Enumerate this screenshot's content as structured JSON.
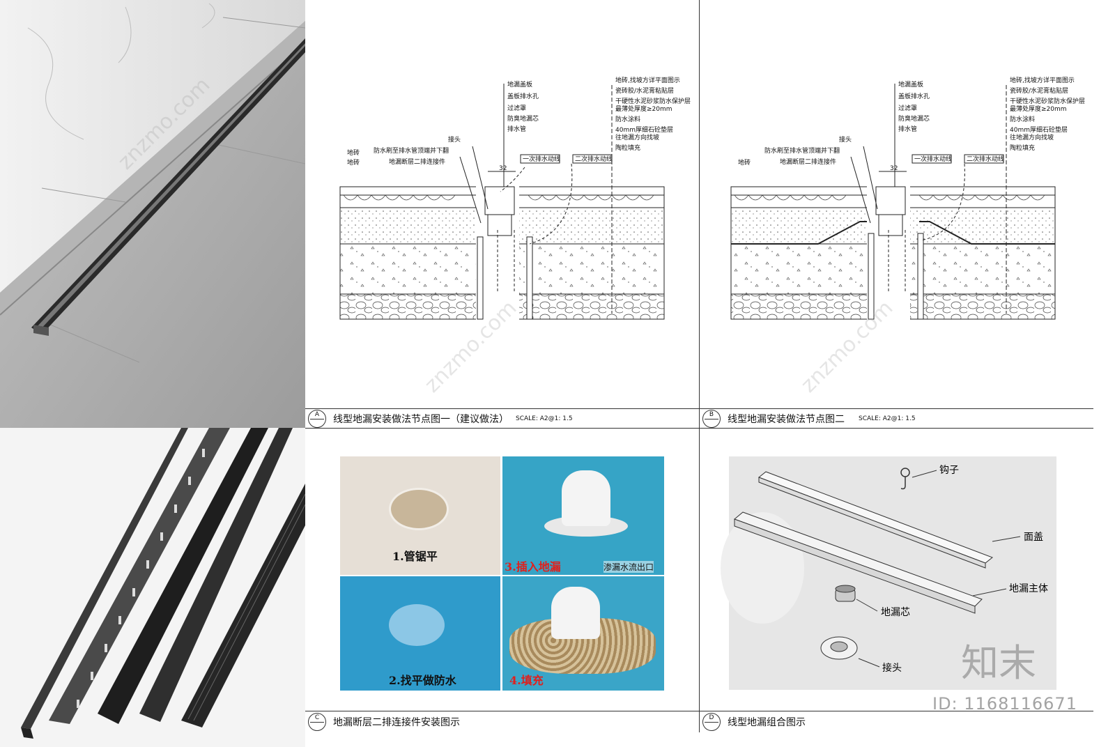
{
  "panelA": {
    "tag": "A",
    "title": "线型地漏安装做法节点图一（建议做法）",
    "scale": "SCALE:  A2@1:  1.5"
  },
  "panelB": {
    "tag": "B",
    "title": "线型地漏安装做法节点图二",
    "scale": "SCALE:  A2@1:  1.5"
  },
  "panelC": {
    "tag": "C",
    "title": "地漏断层二排连接件安装图示"
  },
  "panelD": {
    "tag": "D",
    "title": "线型地漏组合图示"
  },
  "section": {
    "left_labels": [
      "地漏盖板",
      "盖板排水孔",
      "过滤罩",
      "防臭地漏芯",
      "排水管"
    ],
    "right_labels": [
      "地砖,找坡方详平面图示",
      "瓷砖胶/水泥膏粘贴层",
      "干硬性水泥砂浆防水保护层",
      "最薄处厚度≥20mm",
      "防水涂料",
      "40mm厚细石砼垫层",
      "往地漏方向找坡",
      "陶粒填充"
    ],
    "joint": "接头",
    "waterproof": "防水刷至排水管顶端并下翻",
    "connector": "地漏断层二排连接件",
    "tile1": "地砖",
    "tile2": "地砖",
    "dim": "32",
    "drain1": "一次排水动线",
    "drain2": "二次排水动线"
  },
  "photos": {
    "step1": "1.管锯平",
    "step2": "2.找平做防水",
    "step3": "3.插入地漏",
    "step4": "4.填充",
    "outlet": "渗漏水流出口"
  },
  "assembly": {
    "hook": "钩子",
    "cover": "面盖",
    "body": "地漏主体",
    "core": "地漏芯",
    "joint": "接头"
  },
  "watermark": {
    "brand": "知末",
    "id": "ID: 1168116671",
    "site": "znzmo.com"
  }
}
